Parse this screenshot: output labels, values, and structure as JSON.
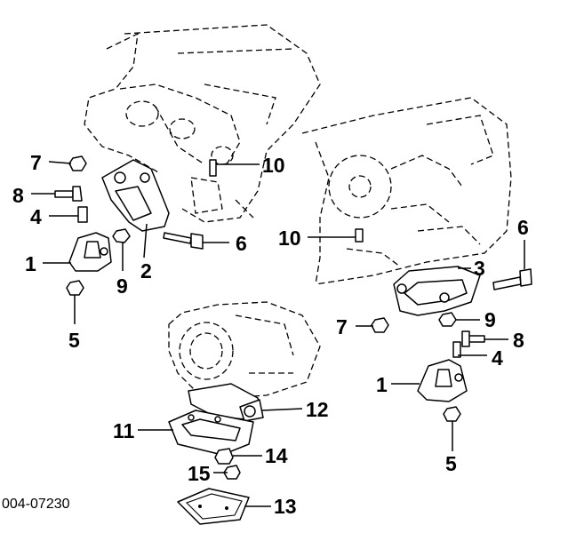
{
  "figure": {
    "reference_code": "004-07230",
    "callouts": {
      "c1a": "1",
      "c1b": "1",
      "c2": "2",
      "c3": "3",
      "c4a": "4",
      "c4b": "4",
      "c5a": "5",
      "c5b": "5",
      "c6a": "6",
      "c6b": "6",
      "c7a": "7",
      "c7b": "7",
      "c8a": "8",
      "c8b": "8",
      "c9a": "9",
      "c9b": "9",
      "c10a": "10",
      "c10b": "10",
      "c11": "11",
      "c12": "12",
      "c13": "13",
      "c14": "14",
      "c15": "15"
    }
  }
}
